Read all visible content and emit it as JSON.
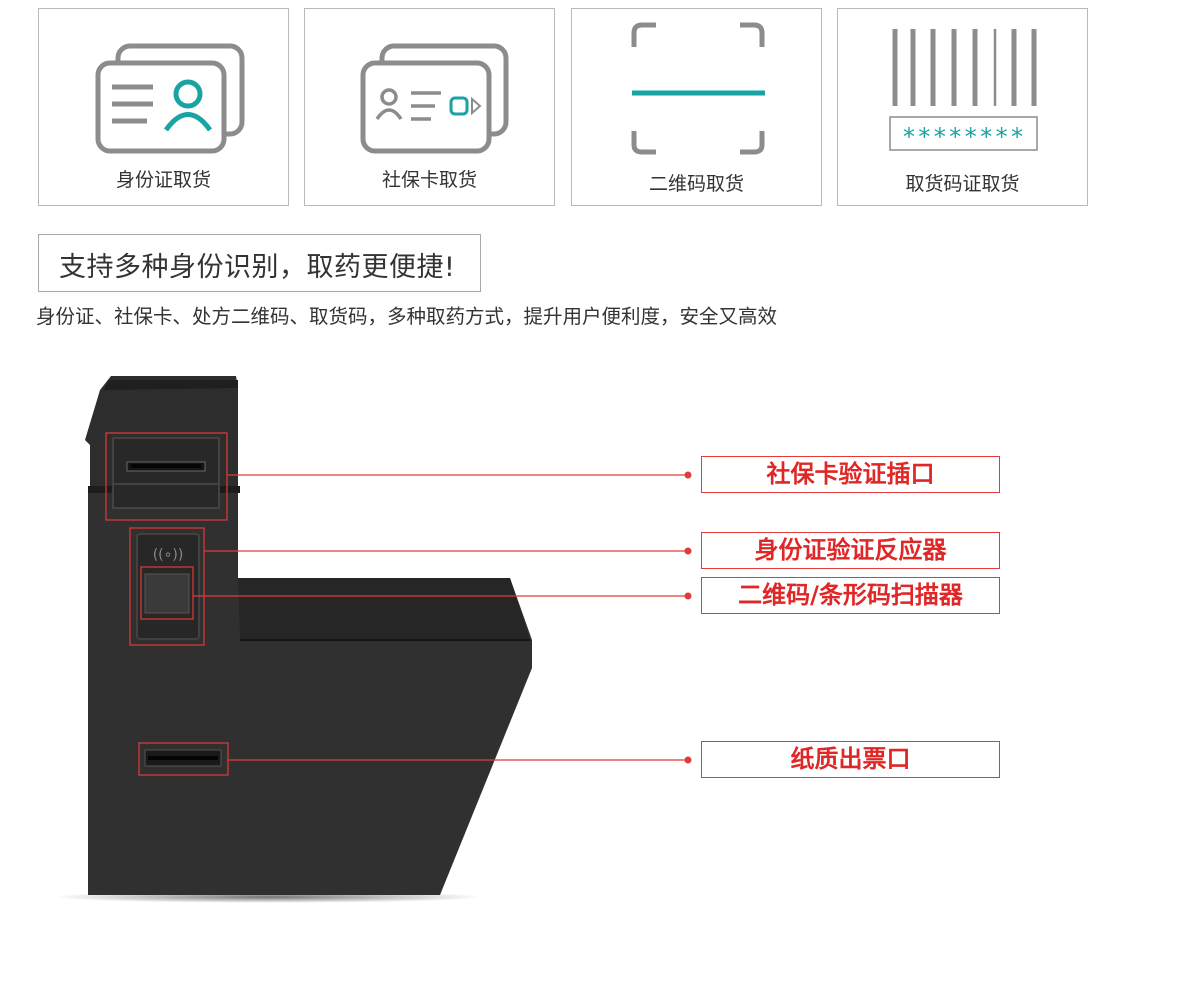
{
  "pickup_methods": [
    {
      "label": "身份证取货",
      "icon": "id-card-icon"
    },
    {
      "label": "社保卡取货",
      "icon": "social-security-card-icon"
    },
    {
      "label": "二维码取货",
      "icon": "qr-scan-icon"
    },
    {
      "label": "取货码证取货",
      "icon": "barcode-pickup-code-icon"
    }
  ],
  "pickup_code_mask": "********",
  "headline": "支持多种身份识别，取药更便捷!",
  "subline": "身份证、社保卡、处方二维码、取货码，多种取药方式，提升用户便利度，安全又高效",
  "callouts": {
    "social_card_slot": "社保卡验证插口",
    "id_card_reader": "身份证验证反应器",
    "qr_scanner": "二维码/条形码扫描器",
    "ticket_outlet": "纸质出票口"
  },
  "colors": {
    "icon_gray": "#8c8c8c",
    "icon_teal": "#1aa3a3",
    "callout_red": "#e23b3b",
    "machine_body": "#2f2f2f"
  }
}
